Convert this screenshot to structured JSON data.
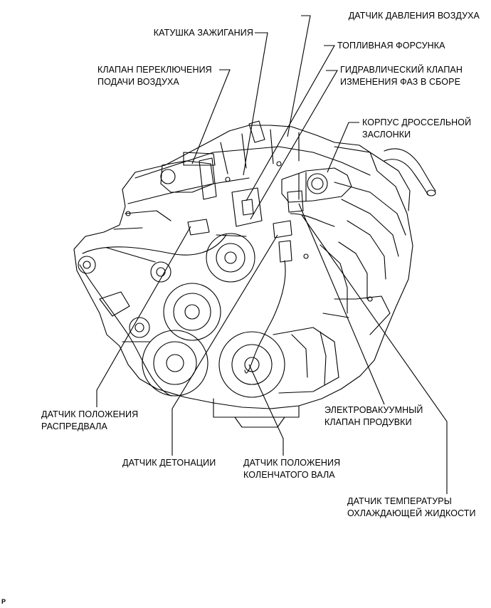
{
  "labels": {
    "air_pressure_sensor": [
      "ДАТЧИК ДАВЛЕНИЯ ВОЗДУХА"
    ],
    "ignition_coil": [
      "КАТУШКА ЗАЖИГАНИЯ"
    ],
    "fuel_injector": [
      "ТОПЛИВНАЯ ФОРСУНКА"
    ],
    "air_switching_valve": [
      "КЛАПАН ПЕРЕКЛЮЧЕНИЯ",
      "ПОДАЧИ ВОЗДУХА"
    ],
    "vvt_valve": [
      "ГИДРАВЛИЧЕСКИЙ КЛАПАН",
      "ИЗМЕНЕНИЯ ФАЗ В СБОРЕ"
    ],
    "throttle_body": [
      "КОРПУС ДРОССЕЛЬНОЙ",
      "ЗАСЛОНКИ"
    ],
    "camshaft_sensor": [
      "ДАТЧИК ПОЛОЖЕНИЯ",
      "РАСПРЕДВАЛА"
    ],
    "purge_vsv": [
      "ЭЛЕКТРОВАКУУМНЫЙ",
      "КЛАПАН ПРОДУВКИ"
    ],
    "knock_sensor": [
      "ДАТЧИК ДЕТОНАЦИИ"
    ],
    "crankshaft_sensor": [
      "ДАТЧИК ПОЛОЖЕНИЯ",
      "КОЛЕНЧАТОГО ВАЛА"
    ],
    "coolant_temp_sensor": [
      "ДАТЧИК ТЕМПЕРАТУРЫ",
      "ОХЛАЖДАЮЩЕЙ ЖИДКОСТИ"
    ]
  },
  "figure_code": "P"
}
